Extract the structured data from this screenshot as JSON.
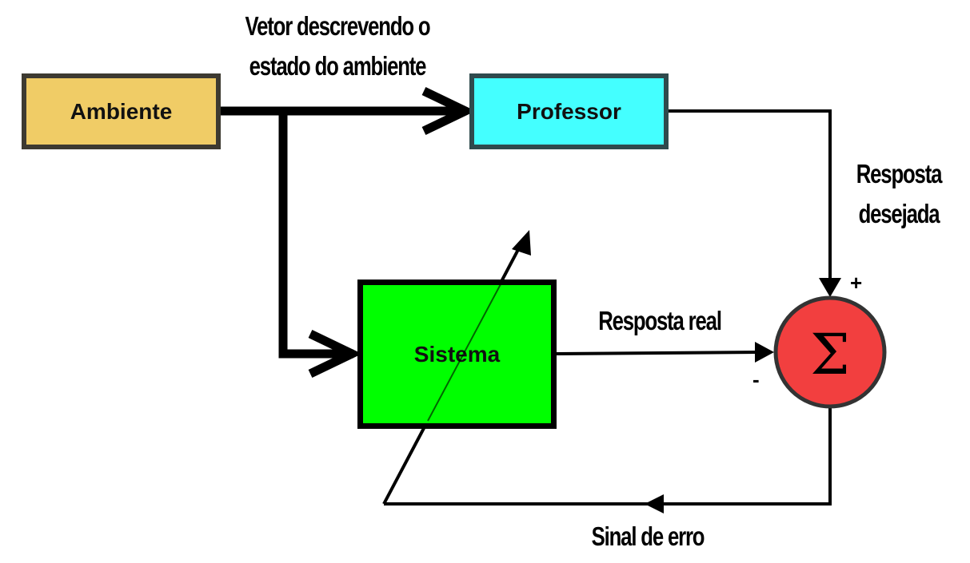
{
  "blocks": {
    "ambiente": {
      "label": "Ambiente",
      "color": "#f0cc66"
    },
    "professor": {
      "label": "Professor",
      "color": "#44ffff"
    },
    "sistema": {
      "label": "Sistema",
      "color": "#00ff00"
    },
    "somador": {
      "symbol": "Σ",
      "color": "#f23f3f"
    }
  },
  "labels": {
    "vetor_line1": "Vetor descrevendo o",
    "vetor_line2": "estado do ambiente",
    "resposta_desejada_line1": "Resposta",
    "resposta_desejada_line2": "desejada",
    "resposta_real": "Resposta real",
    "sinal_de_erro": "Sinal de erro"
  },
  "signs": {
    "plus": "+",
    "minus": "-"
  }
}
